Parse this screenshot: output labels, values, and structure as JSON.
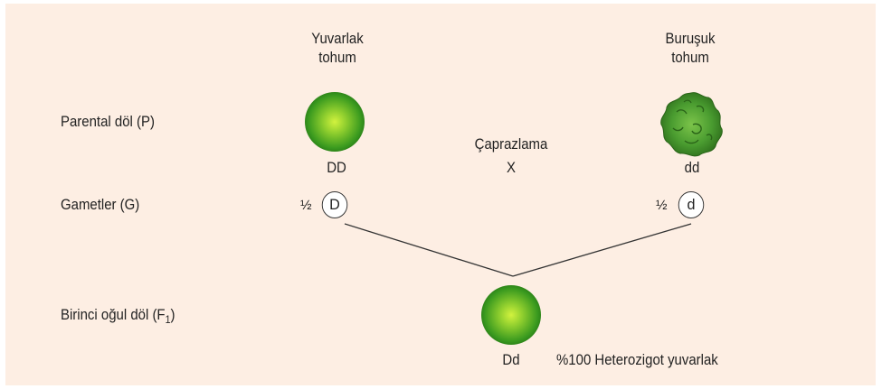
{
  "parents": {
    "left_label": [
      "Yuvarlak",
      "tohum"
    ],
    "right_label": [
      "Buruşuk",
      "tohum"
    ],
    "left_genotype": "DD",
    "right_genotype": "dd"
  },
  "rows": {
    "parental": "Parental döl (P)",
    "gametes": "Gametler (G)",
    "f1_prefix": "Birinci oğul döl (F",
    "f1_sub": "1",
    "f1_suffix": ")"
  },
  "cross": {
    "label": "Çaprazlama",
    "symbol": "X"
  },
  "gametes": {
    "fraction": "½",
    "left_allele": "D",
    "right_allele": "d"
  },
  "offspring": {
    "genotype": "Dd",
    "description": "%100 Heterozigot yuvarlak"
  },
  "colors": {
    "background": "#fdeee3",
    "pea_center": "#c8ec3a",
    "pea_edge": "#2d8a1a",
    "wrinkled_pea": "#3f9a2c"
  }
}
